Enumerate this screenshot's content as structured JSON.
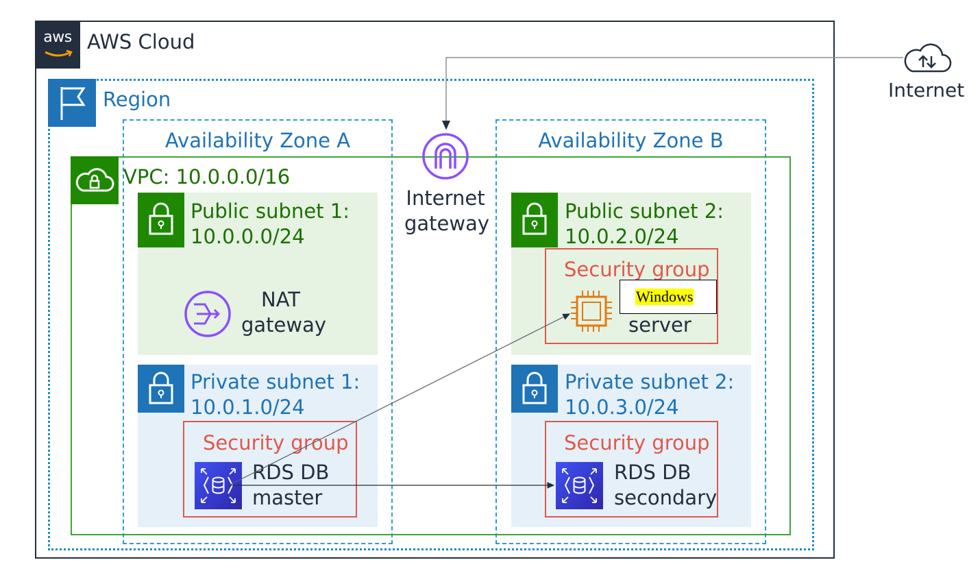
{
  "cloud": {
    "logo_text": "aws",
    "title": "AWS Cloud"
  },
  "internet": {
    "label": "Internet"
  },
  "region": {
    "title": "Region"
  },
  "zones": {
    "a": {
      "title": "Availability Zone A"
    },
    "b": {
      "title": "Availability Zone B"
    }
  },
  "vpc": {
    "title": "VPC: 10.0.0.0/16"
  },
  "igw": {
    "line1": "Internet",
    "line2": "gateway"
  },
  "public_subnet_1": {
    "line1": "Public subnet 1:",
    "line2": "10.0.0.0/24"
  },
  "public_subnet_2": {
    "line1": "Public subnet 2:",
    "line2": "10.0.2.0/24"
  },
  "private_subnet_1": {
    "line1": "Private subnet 1:",
    "line2": "10.0.1.0/24"
  },
  "private_subnet_2": {
    "line1": "Private subnet 2:",
    "line2": "10.0.3.0/24"
  },
  "nat": {
    "line1": "NAT",
    "line2": "gateway"
  },
  "security_group_web": {
    "title": "Security group",
    "server_label": "server"
  },
  "security_group_db_master": {
    "title": "Security group",
    "line1": "RDS DB",
    "line2": "master"
  },
  "security_group_db_secondary": {
    "title": "Security group",
    "line1": "RDS DB",
    "line2": "secondary"
  },
  "callout": {
    "text": "Windows"
  },
  "colors": {
    "aws_dark": "#232f3e",
    "region_blue": "#1f73b7",
    "vpc_green": "#1e8900",
    "security_red": "#e0584b",
    "nat_purple": "#8c4fff",
    "ec2_orange": "#e07b0f",
    "rds_blue": "#3b48cc"
  }
}
